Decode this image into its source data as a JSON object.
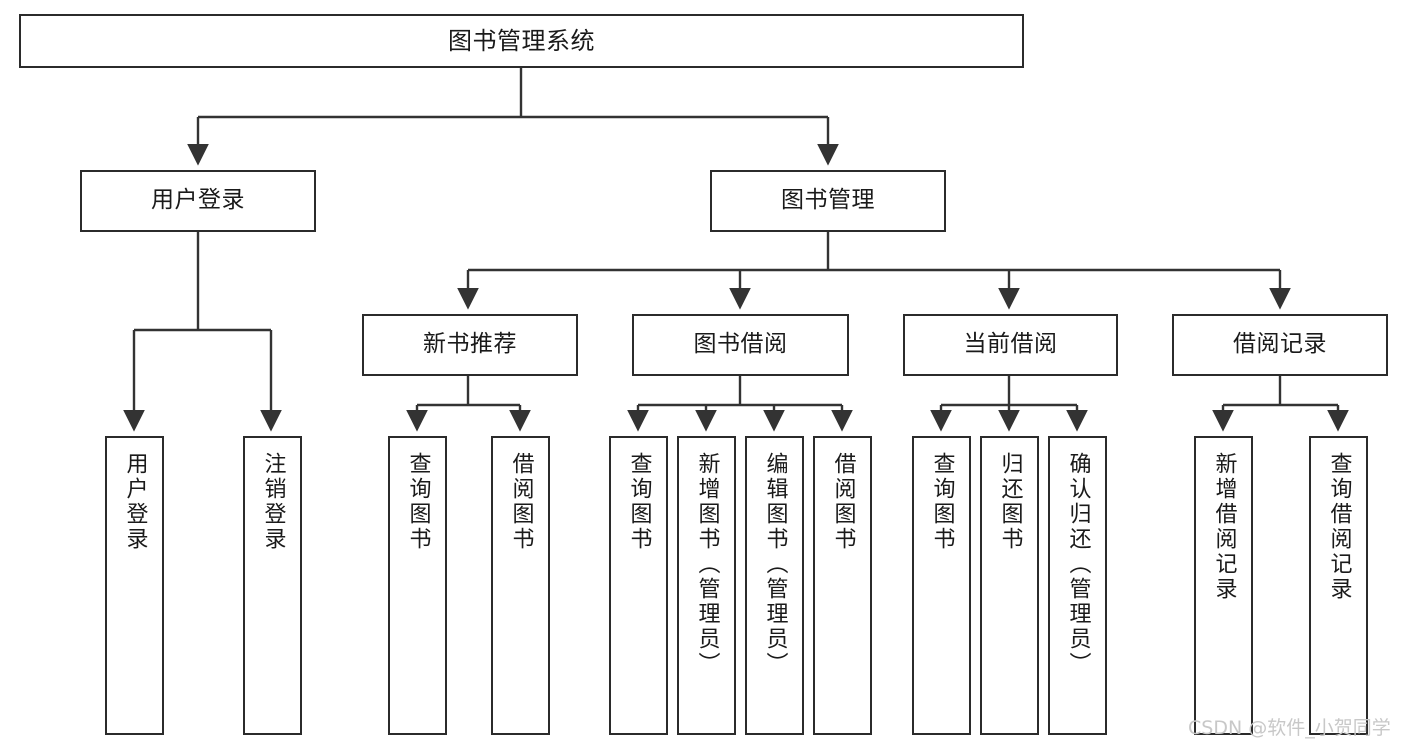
{
  "diagram": {
    "type": "tree",
    "orientation": "top-down",
    "root": {
      "id": "root",
      "label": "图书管理系统"
    },
    "level2": [
      {
        "id": "user-login",
        "label": "用户登录"
      },
      {
        "id": "book-management",
        "label": "图书管理"
      }
    ],
    "level3": [
      {
        "id": "new-book-recommend",
        "label": "新书推荐",
        "parent": "book-management"
      },
      {
        "id": "book-borrow",
        "label": "图书借阅",
        "parent": "book-management"
      },
      {
        "id": "current-borrow",
        "label": "当前借阅",
        "parent": "book-management"
      },
      {
        "id": "borrow-record",
        "label": "借阅记录",
        "parent": "book-management"
      }
    ],
    "leaves": [
      {
        "id": "leaf-user-login",
        "label": "用户登录",
        "parent": "user-login"
      },
      {
        "id": "leaf-user-logout",
        "label": "注销登录",
        "parent": "user-login"
      },
      {
        "id": "leaf-query-book-1",
        "label": "查询图书",
        "parent": "new-book-recommend"
      },
      {
        "id": "leaf-borrow-book-1",
        "label": "借阅图书",
        "parent": "new-book-recommend"
      },
      {
        "id": "leaf-query-book-2",
        "label": "查询图书",
        "parent": "book-borrow"
      },
      {
        "id": "leaf-add-book",
        "label": "新增图书（管理员）",
        "parent": "book-borrow"
      },
      {
        "id": "leaf-edit-book",
        "label": "编辑图书（管理员）",
        "parent": "book-borrow"
      },
      {
        "id": "leaf-borrow-book-2",
        "label": "借阅图书",
        "parent": "book-borrow"
      },
      {
        "id": "leaf-query-book-3",
        "label": "查询图书",
        "parent": "current-borrow"
      },
      {
        "id": "leaf-return-book",
        "label": "归还图书",
        "parent": "current-borrow"
      },
      {
        "id": "leaf-confirm-return",
        "label": "确认归还（管理员）",
        "parent": "current-borrow"
      },
      {
        "id": "leaf-add-record",
        "label": "新增借阅记录",
        "parent": "borrow-record"
      },
      {
        "id": "leaf-query-record",
        "label": "查询借阅记录",
        "parent": "borrow-record"
      }
    ],
    "colors": {
      "box_border": "#2b2b2b",
      "box_fill": "#ffffff",
      "edge": "#333333",
      "text": "#1a1a1a",
      "watermark": "#c8c8c8"
    }
  },
  "watermark": {
    "text": "CSDN @软件_小贺同学"
  }
}
